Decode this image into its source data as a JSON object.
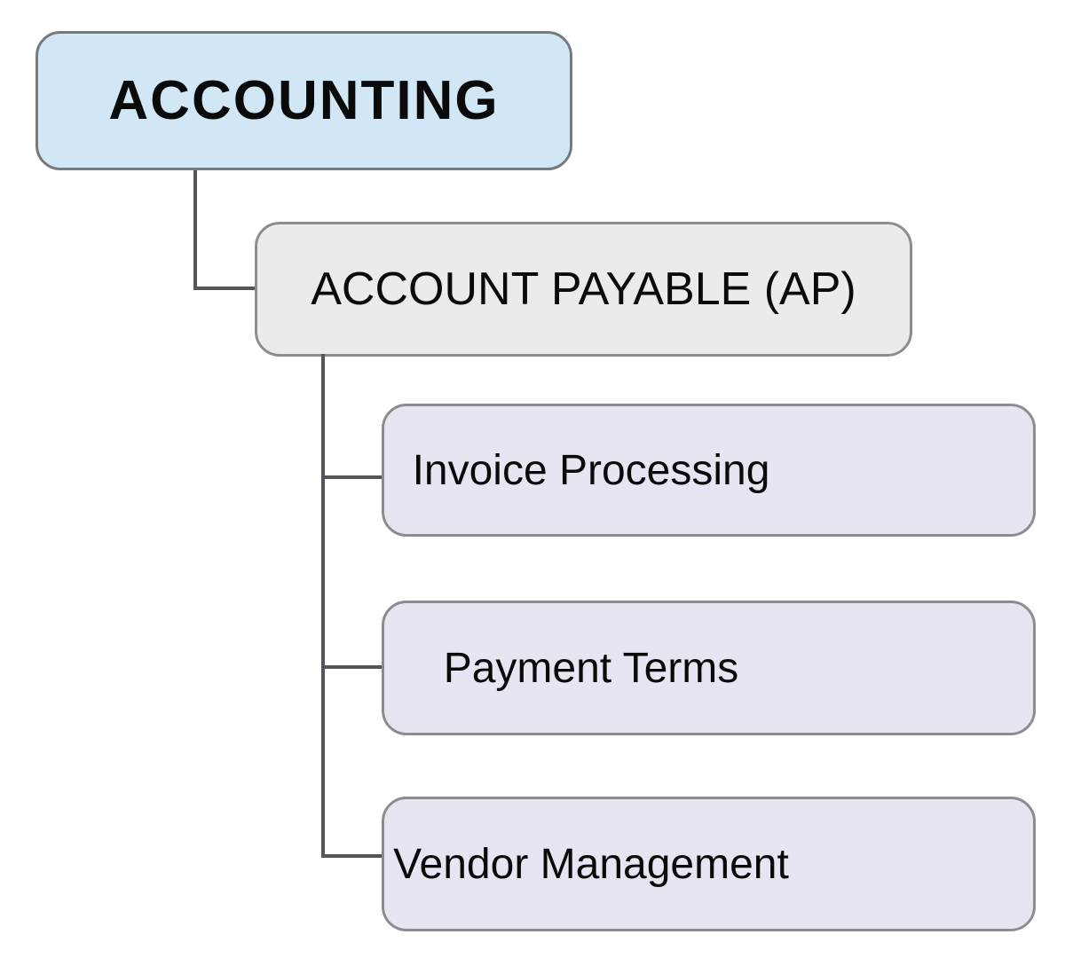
{
  "diagram": {
    "type": "hierarchy-tree",
    "root": {
      "label": "ACCOUNTING"
    },
    "branch": {
      "label": "ACCOUNT PAYABLE (AP)"
    },
    "leaves": [
      {
        "label": "Invoice Processing"
      },
      {
        "label": "Payment Terms"
      },
      {
        "label": "Vendor Management"
      }
    ],
    "colors": {
      "background": "#ffffff",
      "root_fill": "#d2e7f5",
      "branch_fill": "#ebebeb",
      "leaf_fill": "#e7e5f2",
      "root_border": "#77797d",
      "node_border": "#8b8d91",
      "connector": "#54555a",
      "text": "#0a0a0a"
    }
  }
}
